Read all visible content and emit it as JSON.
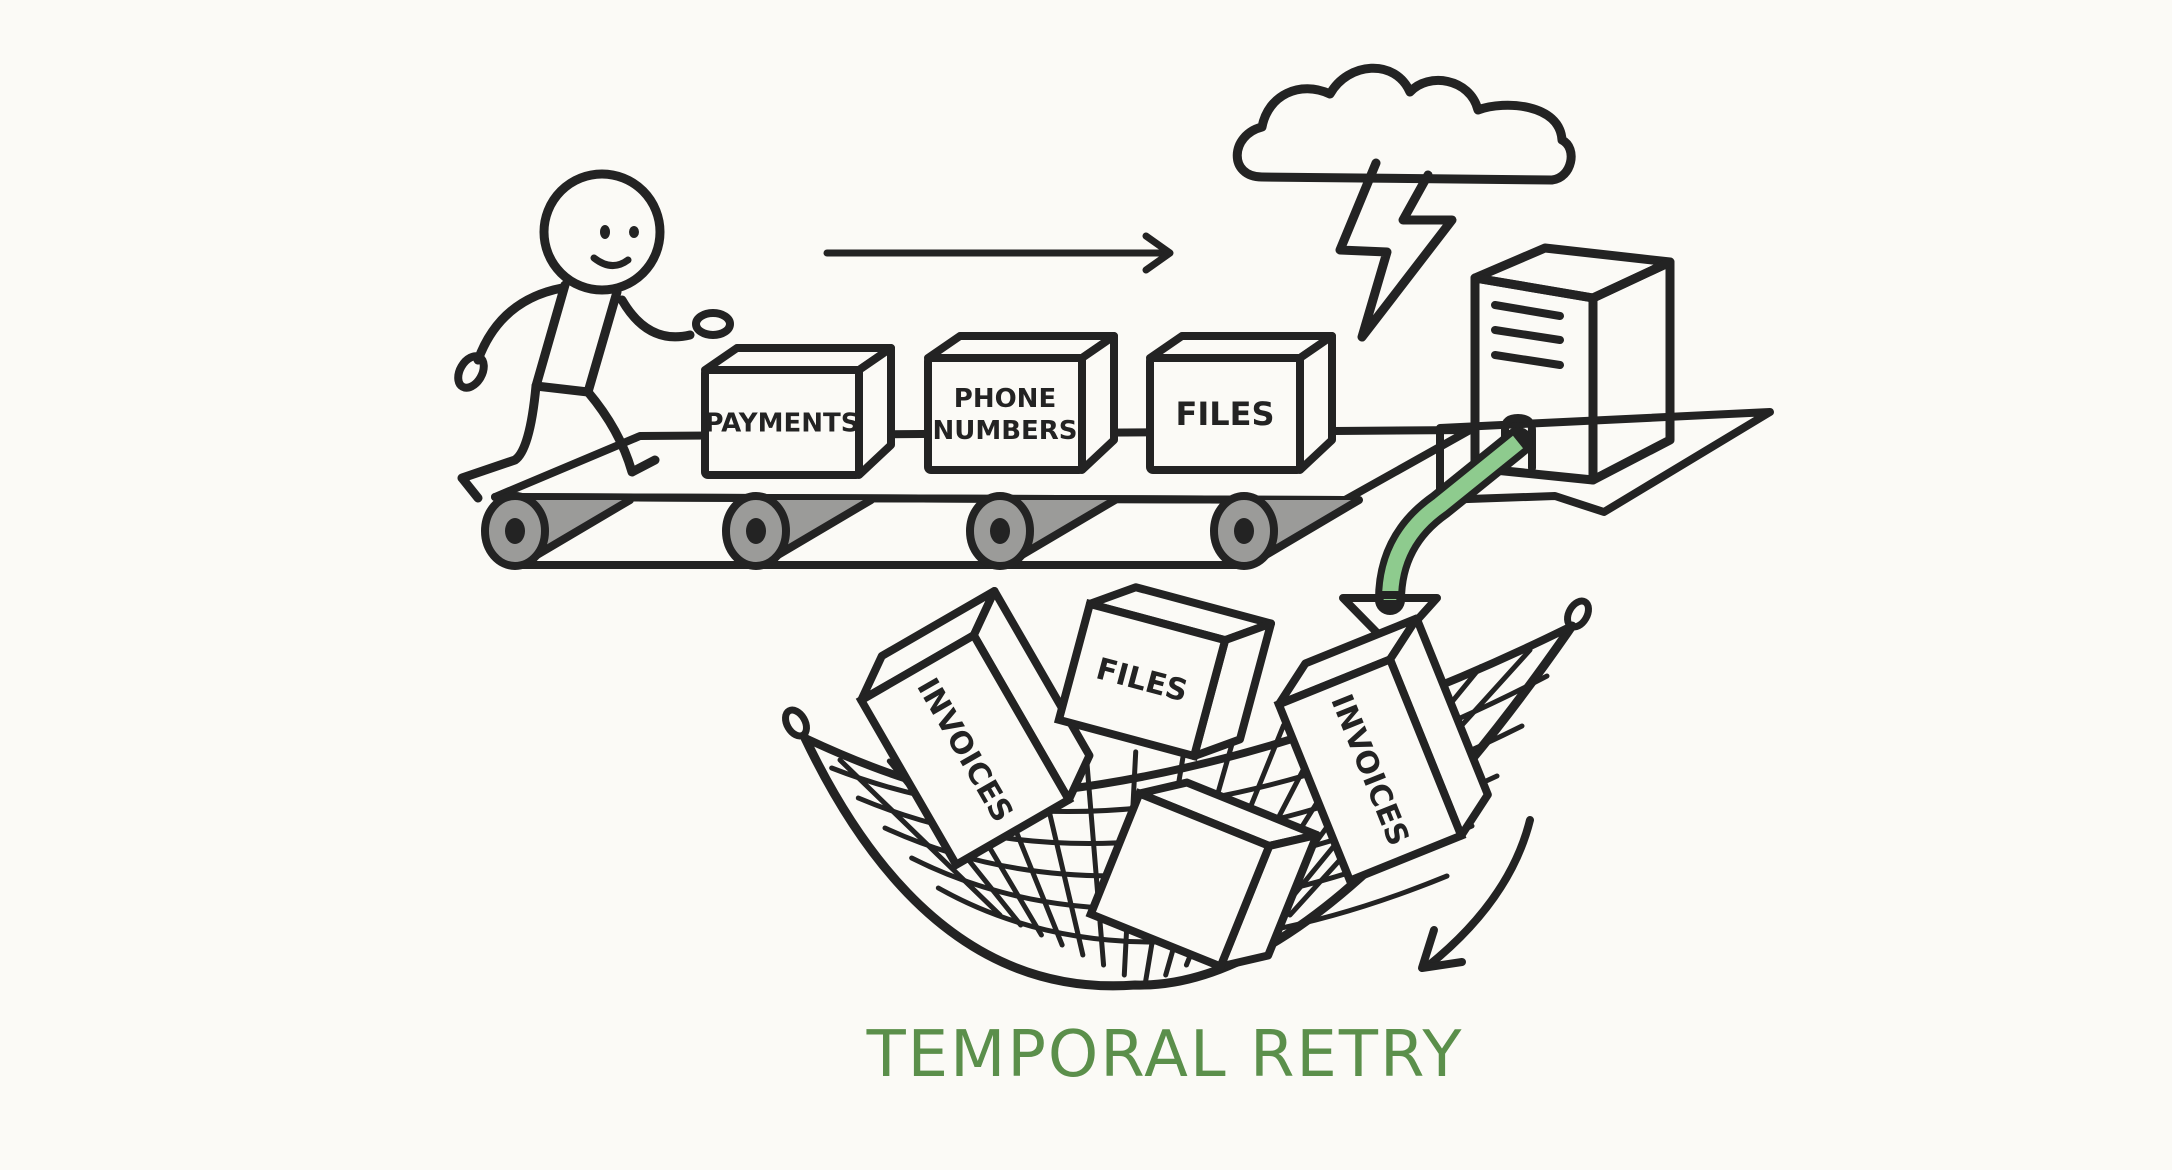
{
  "title": "TEMPORAL RETRY",
  "conveyor": {
    "boxes": [
      {
        "label_lines": [
          "PAYMENTS"
        ]
      },
      {
        "label_lines": [
          "PHONE",
          "NUMBERS"
        ]
      },
      {
        "label_lines": [
          "FILES"
        ]
      }
    ],
    "direction_icon": "right-arrow-icon"
  },
  "failure": {
    "cloud_icon": "storm-cloud-icon",
    "bolt_icon": "lightning-bolt-icon",
    "server_icon": "server-tower-icon"
  },
  "net": {
    "boxes": [
      {
        "label": "INVOICES"
      },
      {
        "label": "FILES"
      },
      {
        "label": "INVOICES"
      },
      {
        "label": ""
      }
    ],
    "return_icon": "curved-return-arrow-icon"
  },
  "colors": {
    "background": "#fbfaf6",
    "ink": "#232323",
    "belt": "#c9c9c7",
    "roller": "#9b9b99",
    "server": "#8b8b89",
    "cloud": "#cfcfcd",
    "arrow_green": "#8ecb8e",
    "title_green": "#5b8f4b"
  }
}
